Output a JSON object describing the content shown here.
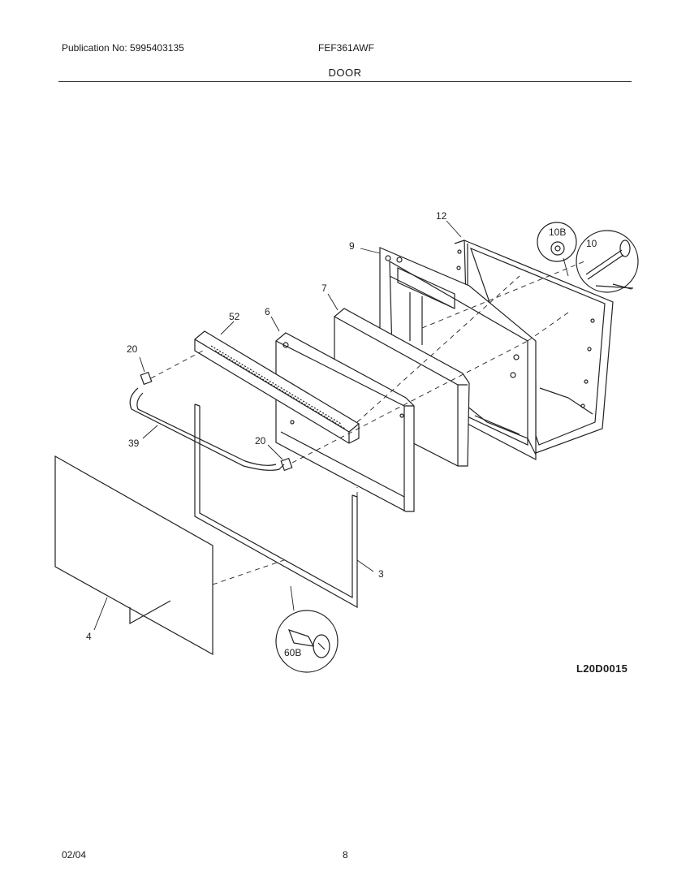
{
  "header": {
    "publication": "Publication No: 5995403135",
    "model": "FEF361AWF",
    "section": "DOOR"
  },
  "callouts": {
    "c12": "12",
    "c9": "9",
    "c10b": "10B",
    "c10": "10",
    "c7": "7",
    "c6": "6",
    "c52": "52",
    "c20a": "20",
    "c20b": "20",
    "c39": "39",
    "c3": "3",
    "c4": "4",
    "c60b": "60B"
  },
  "figure_code": "L20D0015",
  "footer": {
    "date": "02/04",
    "page": "8"
  }
}
